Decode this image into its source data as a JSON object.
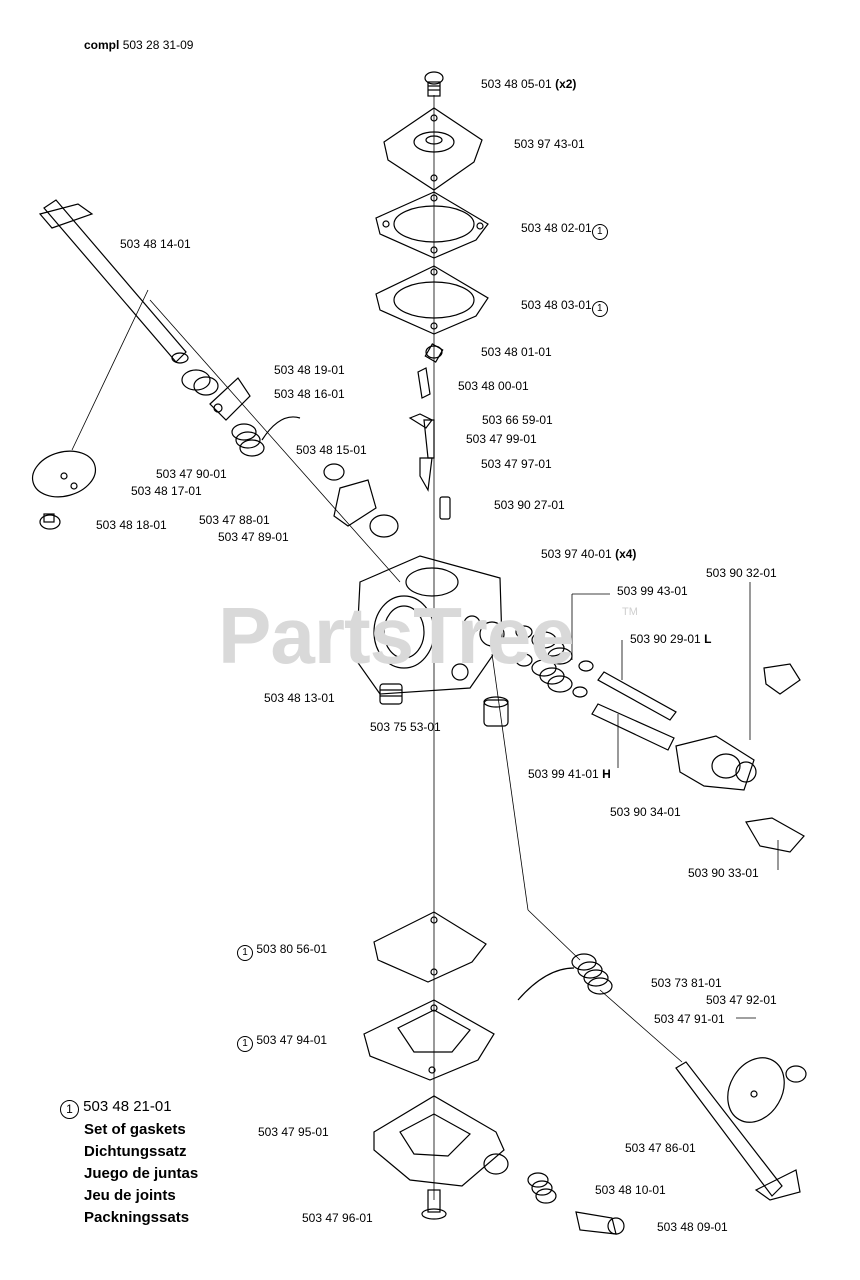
{
  "header": {
    "prefix": "compl",
    "number": "503 28 31-09"
  },
  "watermark": "PartsTree",
  "trademark": "TM",
  "callouts": [
    {
      "id": "c1",
      "text": "503 48 05-01",
      "suffix": "(x2)"
    },
    {
      "id": "c2",
      "text": "503 97 43-01"
    },
    {
      "id": "c3",
      "text": "503 48 02-01",
      "marker": "1"
    },
    {
      "id": "c4",
      "text": "503 48 03-01",
      "marker": "1"
    },
    {
      "id": "c5",
      "text": "503 48 01-01"
    },
    {
      "id": "c6",
      "text": "503 48 00-01"
    },
    {
      "id": "c7",
      "text": "503 66 59-01"
    },
    {
      "id": "c8",
      "text": "503 47 99-01"
    },
    {
      "id": "c9",
      "text": "503 47 97-01"
    },
    {
      "id": "c10",
      "text": "503 90 27-01"
    },
    {
      "id": "c11",
      "text": "503 48 14-01"
    },
    {
      "id": "c12",
      "text": "503 48 19-01"
    },
    {
      "id": "c13",
      "text": "503 48 16-01"
    },
    {
      "id": "c14",
      "text": "503 48 15-01"
    },
    {
      "id": "c15",
      "text": "503 47 90-01"
    },
    {
      "id": "c16",
      "text": "503 48 17-01"
    },
    {
      "id": "c17",
      "text": "503 48 18-01"
    },
    {
      "id": "c18",
      "text": "503 47 88-01"
    },
    {
      "id": "c19",
      "text": "503 47 89-01"
    },
    {
      "id": "c20",
      "text": "503 97 40-01",
      "suffix": "(x4)"
    },
    {
      "id": "c21",
      "text": "503 90 32-01"
    },
    {
      "id": "c22",
      "text": "503 99 43-01"
    },
    {
      "id": "c23",
      "text": "503 90 29-01",
      "suffix": "L"
    },
    {
      "id": "c24",
      "text": "503 48 13-01"
    },
    {
      "id": "c25",
      "text": "503 75 53-01"
    },
    {
      "id": "c26",
      "text": "503 99 41-01",
      "suffix": "H"
    },
    {
      "id": "c27",
      "text": "503 90 34-01"
    },
    {
      "id": "c28",
      "text": "503 90 33-01"
    },
    {
      "id": "c29",
      "text": "503 80 56-01",
      "marker": "1"
    },
    {
      "id": "c30",
      "text": "503 73 81-01"
    },
    {
      "id": "c31",
      "text": "503 47 92-01"
    },
    {
      "id": "c32",
      "text": "503 47 91-01"
    },
    {
      "id": "c33",
      "text": "503 47 94-01",
      "marker": "1"
    },
    {
      "id": "c34",
      "text": "503 47 95-01"
    },
    {
      "id": "c35",
      "text": "503 47 86-01"
    },
    {
      "id": "c36",
      "text": "503 48 10-01"
    },
    {
      "id": "c37",
      "text": "503 47 96-01"
    },
    {
      "id": "c38",
      "text": "503 48 09-01"
    }
  ],
  "legend": {
    "marker": "1",
    "number": "503 48 21-01",
    "lines": [
      "Set of gaskets",
      "Dichtungssatz",
      "Juego de juntas",
      "Jeu de joints",
      "Packningssats"
    ]
  }
}
